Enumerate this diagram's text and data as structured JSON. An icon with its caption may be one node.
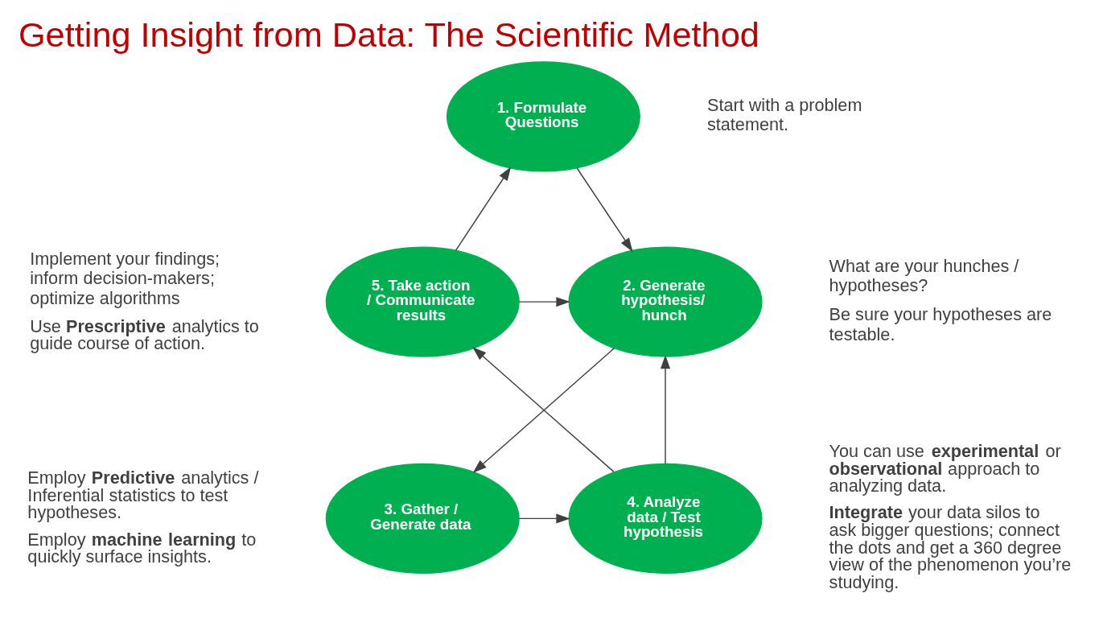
{
  "diagram": {
    "title": "Getting Insight from Data: The Scientific Method",
    "nodes": [
      {
        "text": [
          "1. Formulate Questions"
        ],
        "beside": [
          "Start with a problem statement."
        ]
      },
      {
        "text": [
          "2. Generate hypothesis/ hunch"
        ],
        "beside": [
          "What are your hunches / hypotheses?",
          "Be sure your hypotheses are testable."
        ]
      },
      {
        "text": [
          "3. Gather / Generate data"
        ],
        "beside": [
          "You can use **experimental** or **observational** approach to analyzing data.",
          "**Integrate** your data silos to ask bigger questions; connect the dots and get a 360 degree view of the phenomenon you’re studying."
        ]
      },
      {
        "text": [
          "4. Analyze data / Test hypothesis"
        ],
        "beside": [
          "Employ **Predictive** analytics / Inferential statistics to test hypotheses.",
          "Employ **machine learning** to quickly surface insights."
        ]
      },
      {
        "text": [
          "5. Take action / Communicate results"
        ],
        "beside": [
          "Implement your findings; inform decision-makers; optimize algorithms",
          "Use **Prescriptive** analytics to guide course of action."
        ]
      }
    ],
    "edges": [
      {
        "from": 0,
        "to": 1,
        "arrow": "to"
      },
      {
        "from": 1,
        "to": 2,
        "arrow": "to"
      },
      {
        "from": 2,
        "to": 3,
        "arrow": "to"
      },
      {
        "from": 3,
        "to": 4,
        "arrow": "to"
      },
      {
        "from": 4,
        "to": 0,
        "arrow": "to"
      },
      {
        "from": 4,
        "to": 1,
        "arrow": "to"
      },
      {
        "from": 3,
        "to": 1,
        "arrow": "to"
      }
    ]
  }
}
